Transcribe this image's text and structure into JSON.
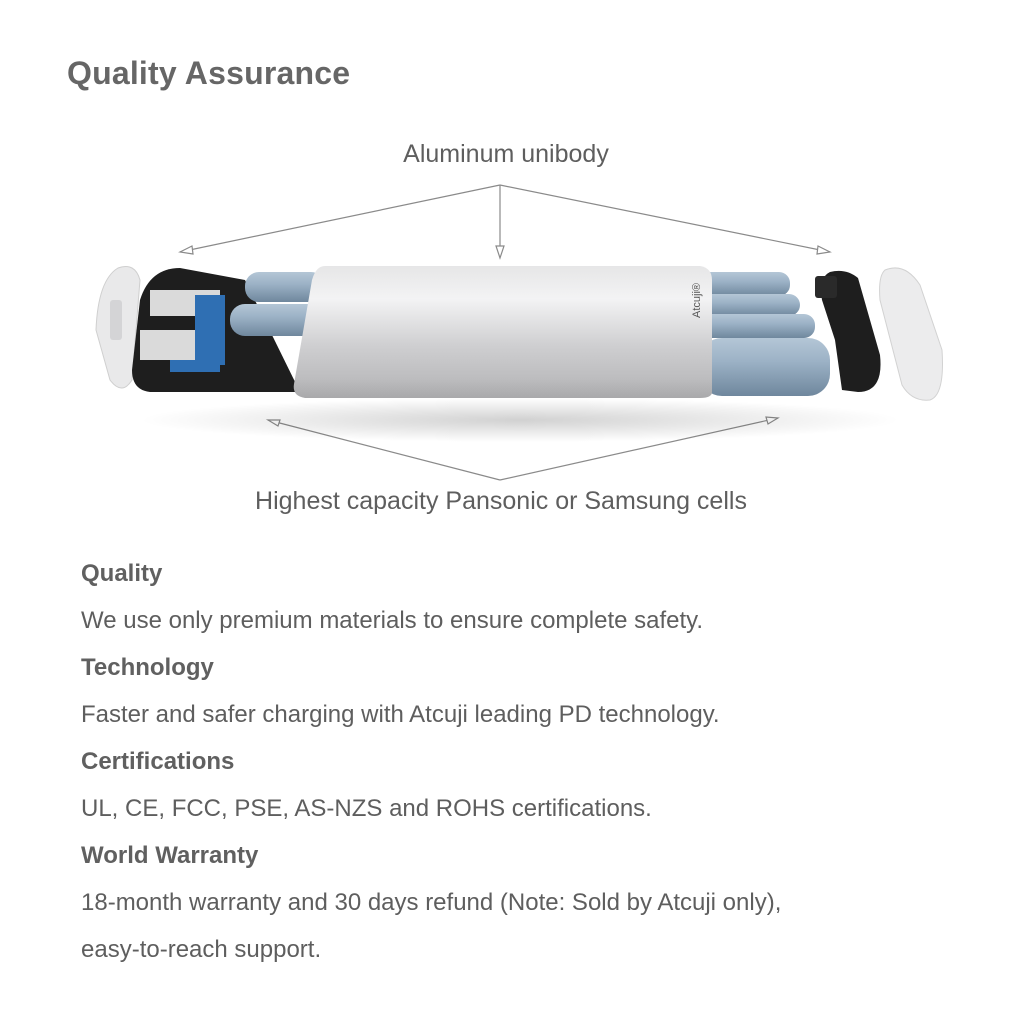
{
  "page": {
    "title": "Quality Assurance"
  },
  "illustration": {
    "label_top": "Aluminum unibody",
    "label_bottom": "Highest capacity Pansonic or Samsung cells",
    "brand_mark": "Atcuji®",
    "colors": {
      "shell": "#c8c8ca",
      "shell_highlight": "#ececed",
      "cells": "#8da3b8",
      "cell_highlight": "#b4c6d6",
      "endcap": "#1e1e1e",
      "cover": "#e8e8e8",
      "pcb": "#2f6fb3",
      "arrow": "#8a8a8a"
    }
  },
  "features": [
    {
      "heading": "Quality",
      "lines": [
        "We use only premium materials to ensure complete safety."
      ]
    },
    {
      "heading": "Technology",
      "lines": [
        "Faster and safer charging with Atcuji leading PD technology."
      ]
    },
    {
      "heading": "Certifications",
      "lines": [
        "UL, CE, FCC, PSE, AS-NZS and ROHS certifications."
      ]
    },
    {
      "heading": "World Warranty",
      "lines": [
        "18-month warranty and 30 days refund (Note: Sold by Atcuji only),",
        "easy-to-reach support."
      ]
    }
  ]
}
